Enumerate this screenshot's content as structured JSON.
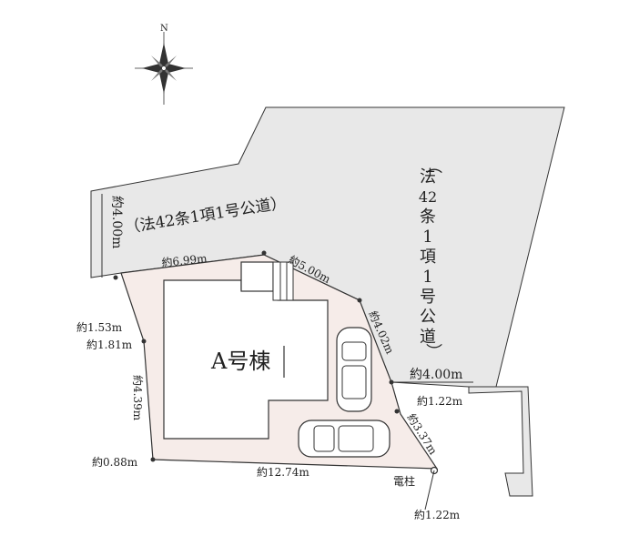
{
  "compass": {
    "north_label": "N",
    "icon": "compass-rose-icon"
  },
  "roads": {
    "north_road": "（法42条1項1号公道）",
    "north_road_width": "約4.00m",
    "east_road": [
      "（",
      "法",
      "42",
      "条",
      "1",
      "項",
      "1",
      "号",
      "公",
      "道",
      "）"
    ],
    "east_road_width": "約4.00m"
  },
  "building": {
    "label": "A号棟"
  },
  "dimensions": {
    "top_left": "約6.99m",
    "top_right": "約5.00m",
    "right_upper": "約4.02m",
    "right_corner": "約1.22m",
    "right_lower": "約3.37m",
    "bottom": "約12.74m",
    "bottom_right": "約1.22m",
    "left_top_1": "約1.53m",
    "left_top_2": "約1.81m",
    "left_middle": "約4.39m",
    "left_bottom": "約0.88m"
  },
  "pole_label": "電柱",
  "colors": {
    "road": "#e8e8e8",
    "lot": "#f6ece9",
    "line": "#333333"
  }
}
